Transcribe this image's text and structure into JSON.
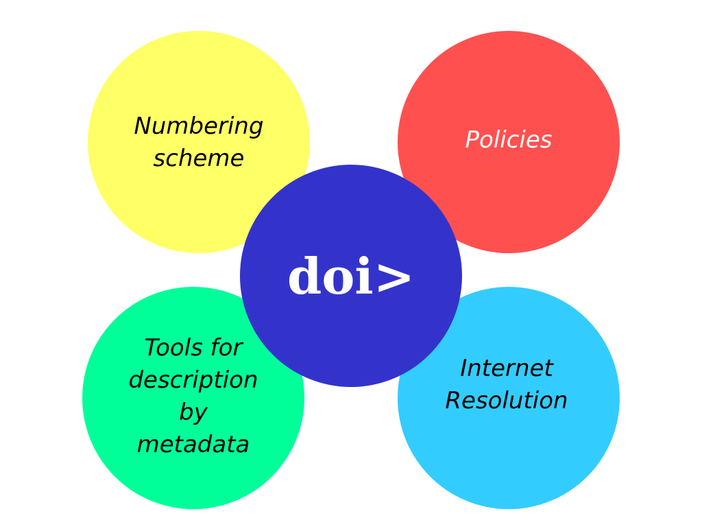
{
  "center": {
    "label": "doi>",
    "color": "#3333CC",
    "text_color": "#FFFFFF"
  },
  "nodes": [
    {
      "id": "numbering",
      "label": "Numbering\nscheme",
      "color": "#FFFF66",
      "text_color": "#000000"
    },
    {
      "id": "policies",
      "label": "Policies",
      "color": "#FF5050",
      "text_color": "#FFFFFF"
    },
    {
      "id": "tools",
      "label": "Tools for\ndescription\nby\nmetadata",
      "color": "#00FF99",
      "text_color": "#000000"
    },
    {
      "id": "internet",
      "label": "Internet\nResolution",
      "color": "#33CCFF",
      "text_color": "#000000"
    }
  ]
}
